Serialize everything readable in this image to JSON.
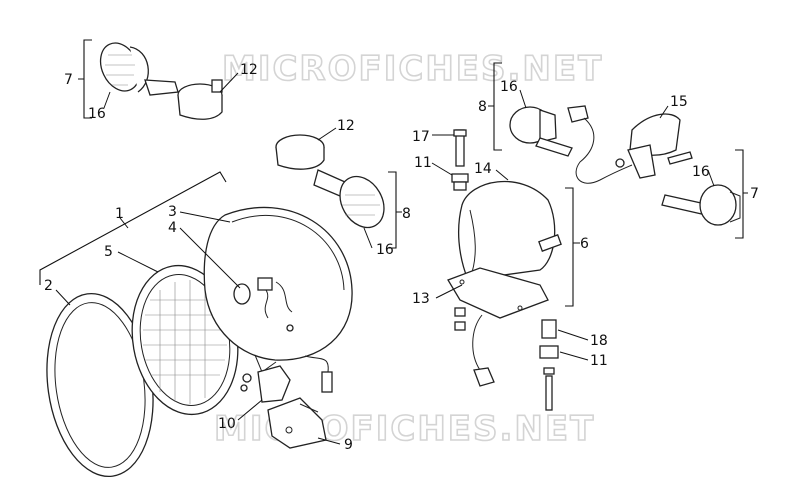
{
  "watermark": "MICROFICHES.NET",
  "colors": {
    "line": "#222222",
    "background": "#ffffff",
    "watermark_outline": "#d4d4d4"
  },
  "callouts": {
    "c1": "1",
    "c2": "2",
    "c3": "3",
    "c4": "4",
    "c5": "5",
    "c6": "6",
    "c7a": "7",
    "c7b": "7",
    "c8a": "8",
    "c8b": "8",
    "c9": "9",
    "c10": "10",
    "c11a": "11",
    "c11b": "11",
    "c12a": "12",
    "c12b": "12",
    "c13": "13",
    "c14": "14",
    "c15": "15",
    "c16a": "16",
    "c16b": "16",
    "c16c": "16",
    "c16d": "16",
    "c17": "17",
    "c18": "18"
  }
}
